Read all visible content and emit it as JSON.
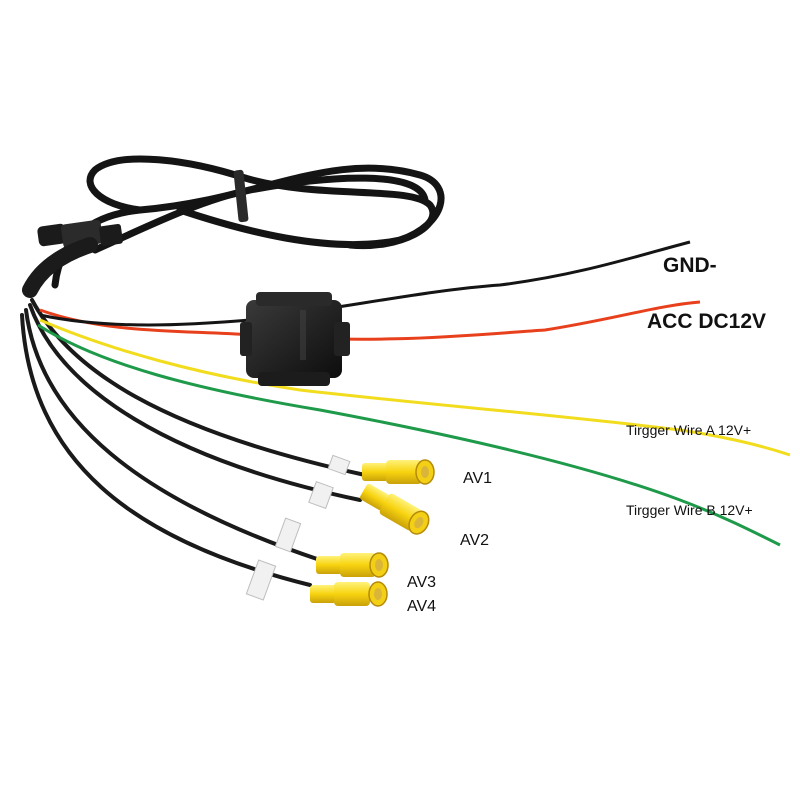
{
  "labels": {
    "gnd": "GND-",
    "acc": "ACC DC12V",
    "trigger_a": "Tirgger Wire A 12V+",
    "trigger_b": "Tirgger Wire B 12V+",
    "av1": "AV1",
    "av2": "AV2",
    "av3": "AV3",
    "av4": "AV4"
  },
  "colors": {
    "cable_black": "#1a1a1a",
    "wire_red": "#e8401c",
    "wire_yellow": "#f2dc1e",
    "wire_green": "#1f9a4a",
    "rca_yellow": "#f7d30f",
    "rca_metal": "#c9a43a"
  }
}
